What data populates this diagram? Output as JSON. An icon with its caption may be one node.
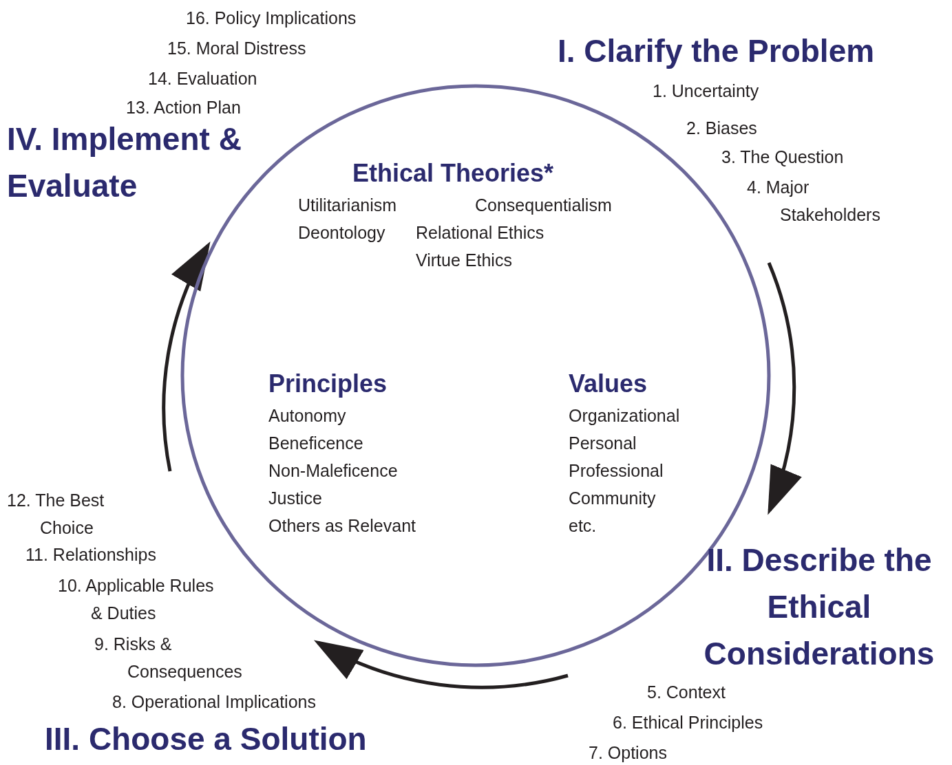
{
  "diagram": {
    "nodes": [
      {
        "text": [],
        "shape": "circle"
      },
      {
        "text": [
          "Ethical Theories*",
          "Utilitarianism",
          "Consequentialism",
          "Deontology",
          "Relational Ethics",
          "Virtue Ethics"
        ],
        "in": 0
      },
      {
        "text": [
          "Principles",
          "Autonomy",
          "Beneficence",
          "Non-Maleficence",
          "Justice",
          "Others as Relevant"
        ],
        "in": 0
      },
      {
        "text": [
          "Values",
          "Organizational",
          "Personal",
          "Professional",
          "Community",
          "etc."
        ],
        "in": 0
      },
      {
        "text": [
          "16. Policy Implications",
          "15. Moral Distress",
          "14. Evaluation",
          "13. Action Plan",
          "IV. Implement & Evaluate"
        ]
      },
      {
        "text": [
          "I. Clarify the Problem",
          "1. Uncertainty",
          "2. Biases",
          "3. The Question",
          "4. Major Stakeholders"
        ]
      },
      {
        "text": [
          "12. The Best Choice",
          "11. Relationships",
          "10. Applicable Rules & Duties",
          "9. Risks & Consequences",
          "8. Operational Implications",
          "III. Choose a Solution"
        ]
      },
      {
        "text": [
          "II. Describe the Ethical Considerations",
          "5. Context",
          "6. Ethical Principles",
          "7. Options"
        ]
      }
    ],
    "edges": [
      {
        "from": 5,
        "to": 7,
        "arrow": "to"
      },
      {
        "from": 7,
        "to": 6,
        "arrow": "to"
      },
      {
        "from": 6,
        "to": 4,
        "arrow": "to"
      }
    ]
  }
}
